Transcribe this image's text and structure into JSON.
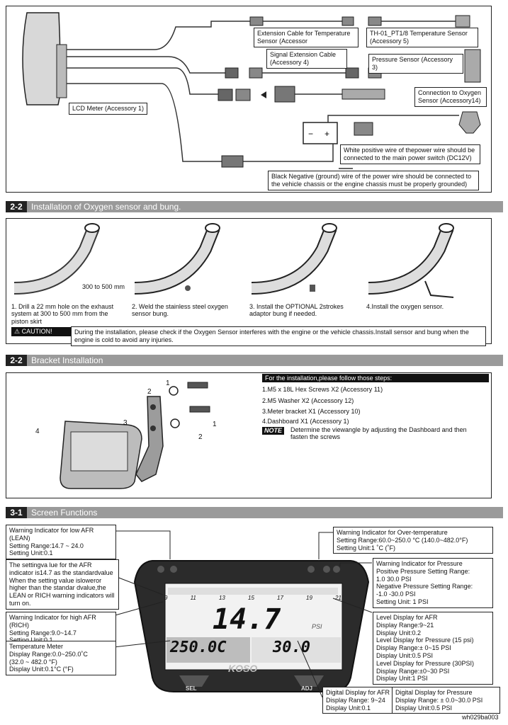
{
  "wiring": {
    "labels": {
      "lcd_meter": "LCD Meter (Accessory 1)",
      "extension_cable": "Extension Cable for Temperature Sensor (Accessor",
      "temp_sensor": "TH-01_PT1/8 Temperature Sensor (Accessory 5)",
      "signal_extension": "Signal Extension Cable (Accessory 4)",
      "pressure_sensor": "Pressure Sensor (Accessory 3)",
      "oxygen_sensor": "Connection to Oxygen Sensor (Accessory14)",
      "white_wire": "White positive wire of thepower wire should be connected to the main power switch (DC12V)",
      "black_wire": "Black Negative (ground) wire of the power wire should be connected to the vehicle chassis or the engine chassis must be properly grounded)"
    }
  },
  "section_oxygen": {
    "num": "2-2",
    "title": "Installation of Oxygen sensor and bung.",
    "distance": "300 to 500 mm",
    "steps": [
      "1. Drill a 22 mm hole on the exhaust system at 300 to 500 mm from the piston skirt",
      "2. Weld the stainless steel oxygen sensor bung.",
      "3. Install the OPTIONAL 2strokes adaptor bung if needed.",
      "4.Install the oxygen sensor."
    ],
    "caution_label": "CAUTION!",
    "caution_text": "During the installation, please check if the Oxygen Sensor interferes with the engine or the vehicle chassis.Install sensor and bung when the engine is cold to avoid any injuries."
  },
  "section_bracket": {
    "num": "2-2",
    "title": "Bracket Installation",
    "steps_head": "For the installation,please follow those steps:",
    "steps": [
      "1.M5 x 18L Hex Screws X2 (Accessory 11)",
      "2.M5 Washer X2 (Accessory 12)",
      "3.Meter bracket X1 (Accessory 10)",
      "4.Dashboard X1 (Accessory 1)"
    ],
    "note_label": "NOTE",
    "note_text": "Determine the viewangle by adjusting the Dashboard and then fasten the screws",
    "callouts": [
      "1",
      "2",
      "3",
      "4",
      "1",
      "2"
    ]
  },
  "section_screen": {
    "num": "3-1",
    "title": "Screen Functions",
    "boxes": {
      "lean": "Warning Indicator for low AFR (LEAN)\nSetting Range:14.7 ~ 24.0\nSetting Unit:0.1",
      "afr_std": "The settingva lue for the AFR indicator is14.7 as the standardvalue\nWhen the setting value isloweror higher than the standar dvalue,the LEAN or RICH warning indicators will turn on.",
      "rich": "Warning Indicator for high AFR (RICH)\nSetting Range:9.0~14.7\nSetting Unit:0.1",
      "temp_meter": "Temperature Meter\nDisplay Range:0.0~250.0˚C\n(32.0 ~ 482.0 °F)\nDisplay Unit:0.1°C (°F)",
      "over_temp": "Warning Indicator for Over-temperature\nSetting Range:60.0~250.0 °C (140.0~482.0°F)\nSetting Unit:1 ˚C (˚F)",
      "pressure_warn": "Warning Indicator for Pressure\nPositive Pressure Setting Range:\n1.0  30.0 PSI\nNegative Pressure Setting Range:\n-1.0  -30.0 PSI\nSetting Unit: 1 PSI",
      "level_display": "Level Display for AFR\nDisplay Range:9~21\nDisplay Unit:0.2\nLevel Display for Pressure (15 psi)\nDisplay Range:± 0~15 PSI\nDisplay Unit:0.5 PSI\nLevel Display for Pressure (30PSI)\nDisplay Range:±0~30 PSI\nDisplay Unit:1 PSI",
      "digital_afr": "Digital Display for AFR\nDisplay Range: 9~24\nDisplay Unit:0.1",
      "digital_pressure": "Digital Display for Pressure\nDisplay Range: ± 0.0~30.0 PSI\nDisplay Unit:0.5 PSI"
    },
    "gauge": {
      "afr_value": "14.7",
      "temp_value": "250.0C",
      "pressure_value": "30.0",
      "psi_label": "PSI",
      "scale_ticks": [
        "9",
        "11",
        "13",
        "15",
        "17",
        "19",
        "21"
      ],
      "brand": "KOSO",
      "sel": "SEL",
      "adj": "ADJ"
    }
  },
  "footer": {
    "code": "wh029ba003"
  }
}
